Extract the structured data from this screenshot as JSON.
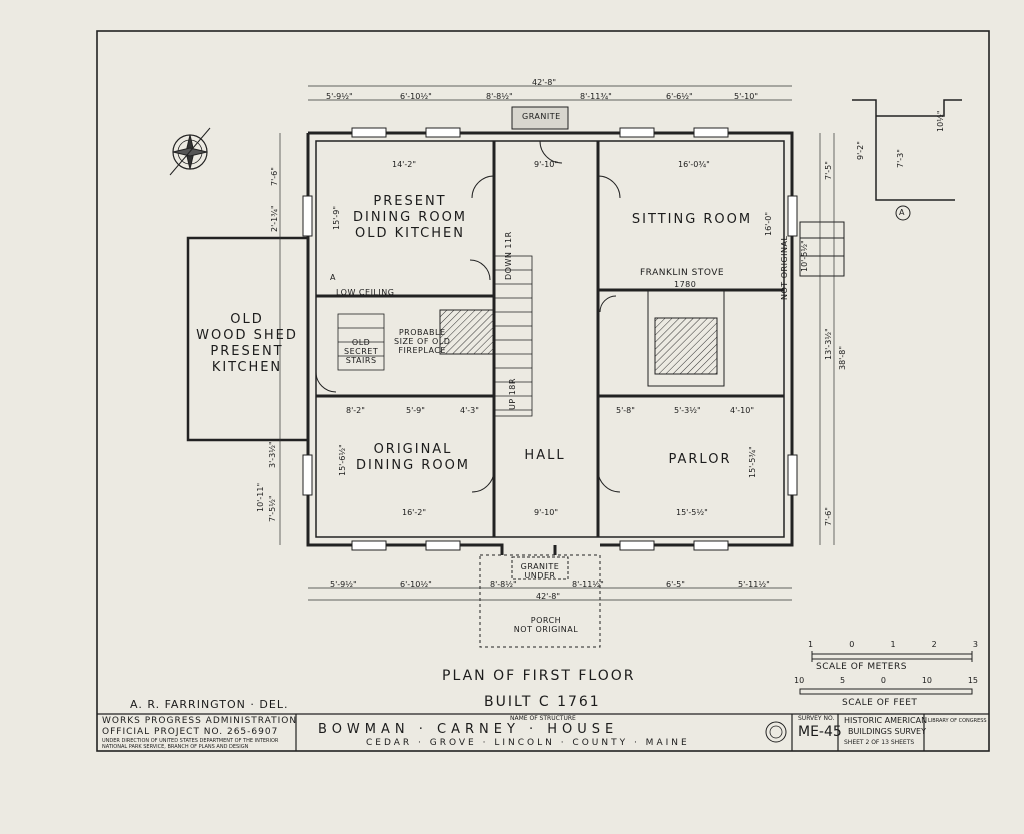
{
  "plan": {
    "overall_width_top": "42'-8\"",
    "top_dims": [
      "5'-9½\"",
      "6'-10½\"",
      "8'-8½\"",
      "8'-11¾\"",
      "6'-6½\"",
      "5'-10\""
    ],
    "bottom_dims": [
      "5'-9½\"",
      "6'-10½\"",
      "8'-8½\"",
      "8'-11½\"",
      "6'-5\"",
      "5'-11½\""
    ],
    "overall_width_bottom": "42'-8\"",
    "right_dims": [
      "7'-5\"",
      "13'-3½\"",
      "7'-6\""
    ],
    "right_total": "38'-8\"",
    "left_dims": [
      "7'-6\"",
      "2'-1¾\"",
      "3'-3½\"",
      "7'-5½\"",
      "10'-11\""
    ],
    "rooms": {
      "present_dining": [
        "PRESENT",
        "DINING ROOM",
        "OLD KITCHEN"
      ],
      "sitting_room": "SITTING ROOM",
      "original_dining": [
        "ORIGINAL",
        "DINING ROOM"
      ],
      "hall": "HALL",
      "parlor": "PARLOR",
      "wood_shed": [
        "OLD",
        "WOOD SHED",
        "PRESENT",
        "KITCHEN"
      ],
      "porch": [
        "PORCH",
        "NOT ORIGINAL"
      ]
    },
    "annotations": {
      "granite_top": "GRANITE",
      "granite_under": [
        "GRANITE",
        "UNDER"
      ],
      "low_ceiling": "LOW CEILING",
      "old_secret_stairs": [
        "OLD",
        "SECRET",
        "STAIRS"
      ],
      "probable_fireplace": [
        "PROBABLE",
        "SIZE OF OLD",
        "FIREPLACE"
      ],
      "franklin_stove": "FRANKLIN STOVE",
      "franklin_year": "1780",
      "not_original": "NOT ORIGINAL",
      "down": "DOWN 11R",
      "up": "UP 18R",
      "section_mark": "A",
      "room_dims": {
        "pd_width": "14'-2\"",
        "pd_height": "15'-9\"",
        "sr_width": "16'-0¾\"",
        "sr_height": "16'-0\"",
        "od_width": "16'-2\"",
        "od_height": "15'-6½\"",
        "pa_width": "15'-5½\"",
        "pa_height": "15'-5¾\"",
        "hall_width_top": "9'-10\"",
        "hall_width_bottom": "9'-10\"",
        "mid_left": [
          "8'-2\"",
          "5'-9\"",
          "4'-3\""
        ],
        "mid_right": [
          "5'-8\"",
          "5'-3½\"",
          "4'-10\""
        ],
        "right_side": "10'-5½\""
      }
    },
    "section": {
      "heights": [
        "9'-2\"",
        "7'-3\"",
        "10½\""
      ],
      "label": "A"
    }
  },
  "scales": {
    "meters_ticks": [
      "1",
      "0",
      "1",
      "2",
      "3"
    ],
    "meters_label": "SCALE OF METERS",
    "feet_ticks": [
      "10",
      "5",
      "0",
      "10",
      "15"
    ],
    "feet_label": "SCALE OF FEET"
  },
  "titles": {
    "plan_title": "PLAN OF FIRST FLOOR",
    "built": "BUILT C 1761",
    "delineator": "A. R. FARRINGTON · DEL."
  },
  "title_block": {
    "wpa_line1": "WORKS PROGRESS ADMINISTRATION",
    "wpa_line2": "OFFICIAL PROJECT NO. 265-6907",
    "wpa_line3": "UNDER DIRECTION OF UNITED STATES DEPARTMENT OF THE INTERIOR",
    "wpa_line4": "NATIONAL PARK SERVICE, BRANCH OF PLANS AND DESIGN",
    "name_caption": "NAME OF STRUCTURE",
    "structure_name": "BOWMAN · CARNEY · HOUSE",
    "location": "CEDAR · GROVE · LINCOLN · COUNTY · MAINE",
    "survey_caption": "SURVEY NO.",
    "survey_no": "ME-45",
    "habs1": "HISTORIC AMERICAN",
    "habs2": "BUILDINGS SURVEY",
    "sheet": "SHEET 2 OF 13 SHEETS",
    "library": "LIBRARY OF CONGRESS"
  }
}
